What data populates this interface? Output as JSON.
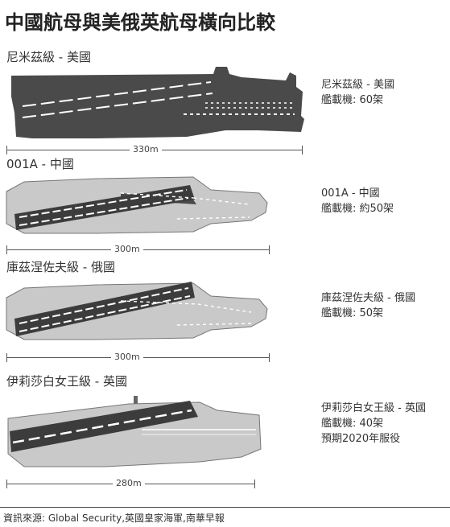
{
  "title": "中國航母與美俄英航母橫向比較",
  "ships": [
    {
      "label": "尼米茲級 - 美國",
      "info_name": "尼米茲級 - 美國",
      "info_aircraft": "艦載機: 60架",
      "info_extra": "",
      "length": "330m"
    },
    {
      "label": "001A - 中國",
      "info_name": "001A - 中國",
      "info_aircraft": "艦載機: 約50架",
      "info_extra": "",
      "length": "300m"
    },
    {
      "label": "庫茲涅佐夫級 - 俄國",
      "info_name": "庫茲涅佐夫級 - 俄國",
      "info_aircraft": "艦載機: 50架",
      "info_extra": "",
      "length": "300m"
    },
    {
      "label": "伊莉莎白女王級 - 英國",
      "info_name": "伊莉莎白女王級 - 英國",
      "info_aircraft": "艦載機: 40架",
      "info_extra": "預期2020年服役",
      "length": "280m"
    }
  ],
  "source": "資訊來源: Global Security,英國皇家海軍,南華早報",
  "colors": {
    "deck_dark": "#4a4a4a",
    "hull_light": "#c9c9c9",
    "runway": "#3c3c3c",
    "marking": "#ffffff"
  }
}
